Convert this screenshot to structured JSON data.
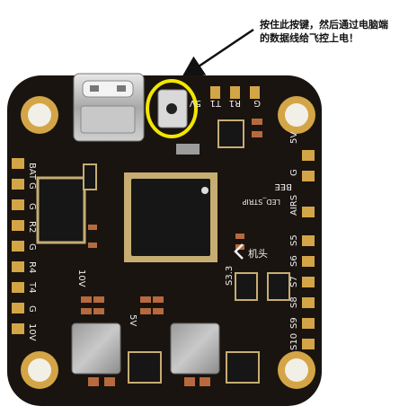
{
  "annotation": {
    "line1": "按住此按键，然后通过电脑端",
    "line2": "的数据线给飞控上电！"
  },
  "board": {
    "pcb_color": "#1a1410",
    "pad_color": "#d4a546",
    "highlight_color": "#f2e600",
    "left_pads": [
      "BAT",
      "G",
      "G",
      "R2",
      "G",
      "R4",
      "T4",
      "G",
      "10V"
    ],
    "left_labels": [
      "BAT",
      "G",
      "G",
      "R2",
      "G",
      "R4",
      "T4",
      "G",
      "10V"
    ],
    "top_labels": [
      "5V",
      "T1",
      "R1",
      "G"
    ],
    "right_labels": [
      "5V",
      "G",
      "BEE",
      "LED_STRIP",
      "AIRS",
      "S5",
      "S6",
      "S7",
      "S8",
      "S9",
      "S10"
    ],
    "misc_labels": {
      "l10v": "10V",
      "l5v": "5V",
      "s33": "S3.3",
      "head": "机头"
    }
  }
}
